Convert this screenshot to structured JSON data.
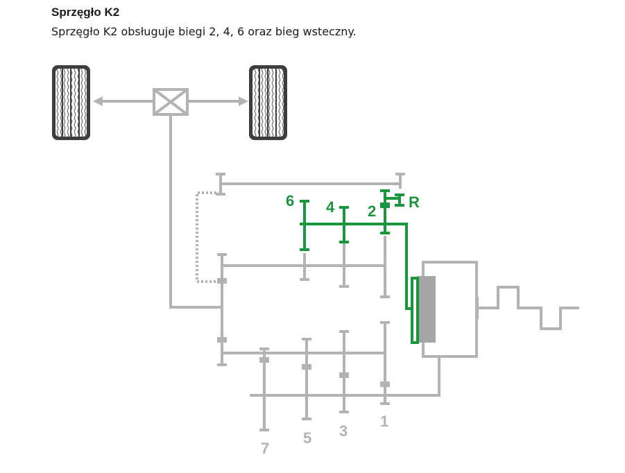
{
  "header": {
    "title": "Sprzęgło K2",
    "subtitle": "Sprzęgło K2 obsługuje biegi 2, 4, 6 oraz bieg wsteczny."
  },
  "colors": {
    "active": "#1a9640",
    "inactive": "#b3b3b3",
    "clutch": "#a6a6a6",
    "tyre": "#555555"
  },
  "diagram": {
    "active_gears": [
      "6",
      "4",
      "2",
      "R"
    ],
    "inactive_gears": [
      "7",
      "5",
      "3",
      "1"
    ],
    "icons": {
      "wheel_left": "tyre-icon",
      "wheel_right": "tyre-icon",
      "differential": "differential-icon"
    }
  }
}
